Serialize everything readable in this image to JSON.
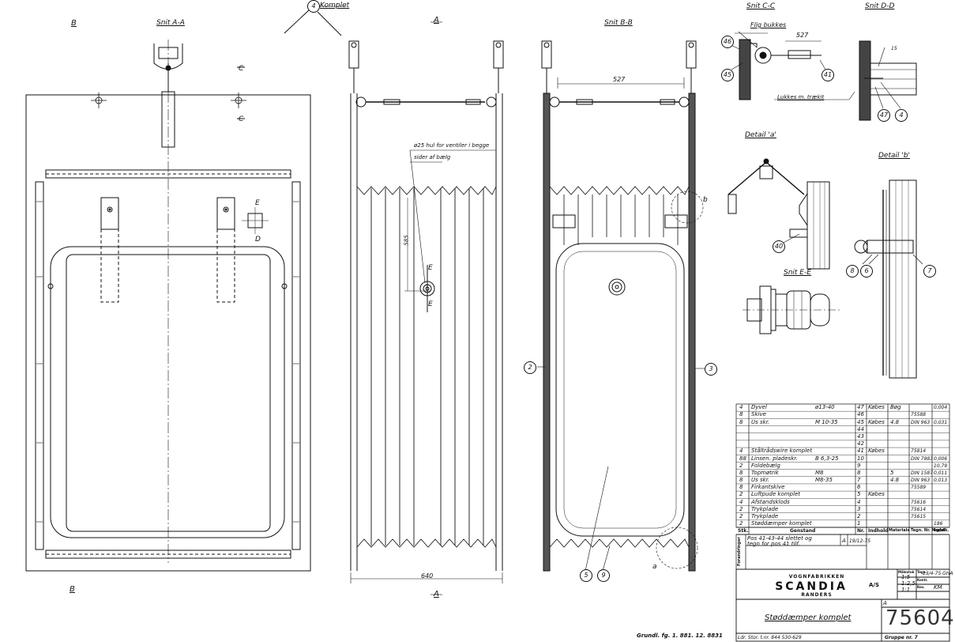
{
  "labels": {
    "snit_aa": "Snit A-A",
    "snit_bb": "Snit B-B",
    "snit_cc": "Snit C-C",
    "snit_dd": "Snit D-D",
    "snit_ee": "Snit E-E",
    "detail_a": "Detail 'a'",
    "detail_b": "Detail 'b'",
    "komplet": "Komplet",
    "view_a": "A",
    "view_b": "B",
    "view_c": "C",
    "view_d": "D",
    "view_e": "E",
    "flig_bukkes": "Flig bukkes",
    "lukkes": "Lukkes m. trækit",
    "hul_note_1": "ø25 hul for ventiler i begge",
    "hul_note_2": "sider af bælg",
    "dim_527_a": "527",
    "dim_527_b": "527",
    "dim_640": "640",
    "dim_585": "585",
    "dim_15": "15",
    "tag_a": "a",
    "tag_b": "b"
  },
  "bubbles": [
    "4",
    "46",
    "45",
    "41",
    "47",
    "4",
    "40",
    "8",
    "6",
    "7",
    "2",
    "3",
    "5",
    "9"
  ],
  "parts_list": {
    "rows": [
      {
        "qty": "4",
        "desc": "Dyvel",
        "spec": "ø13-40",
        "pos": "47",
        "mat": "Købes",
        "note": "Bøg",
        "ref": "",
        "wt": "0,004"
      },
      {
        "qty": "8",
        "desc": "Skive",
        "spec": "",
        "pos": "46",
        "mat": "",
        "note": "",
        "ref": "75588",
        "wt": ""
      },
      {
        "qty": "8",
        "desc": "Us skr.",
        "spec": "M 10-35",
        "pos": "45",
        "mat": "Købes",
        "note": "4.8",
        "ref": "DIN 963",
        "wt": "0,031"
      },
      {
        "qty": "",
        "desc": "",
        "spec": "",
        "pos": "44",
        "mat": "",
        "note": "",
        "ref": "",
        "wt": ""
      },
      {
        "qty": "",
        "desc": "",
        "spec": "",
        "pos": "43",
        "mat": "",
        "note": "",
        "ref": "",
        "wt": ""
      },
      {
        "qty": "",
        "desc": "",
        "spec": "",
        "pos": "42",
        "mat": "",
        "note": "",
        "ref": "",
        "wt": ""
      },
      {
        "qty": "4",
        "desc": "Ståltrådswire komplet",
        "spec": "",
        "pos": "41",
        "mat": "Købes",
        "note": "",
        "ref": "75814",
        "wt": ""
      },
      {
        "qty": "88",
        "desc": "Linsen. pladeskr.",
        "spec": "B 6,3-25",
        "pos": "10",
        "mat": "",
        "note": "",
        "ref": "DIN 7983",
        "wt": "0,006"
      },
      {
        "qty": "2",
        "desc": "Foldebælg",
        "spec": "",
        "pos": "9",
        "mat": "",
        "note": "",
        "ref": "",
        "wt": "10,79"
      },
      {
        "qty": "8",
        "desc": "Topmøtrik",
        "spec": "M8",
        "pos": "8",
        "mat": "",
        "note": "5",
        "ref": "DIN 1587",
        "wt": "0,011"
      },
      {
        "qty": "8",
        "desc": "Us skr.",
        "spec": "M8-35",
        "pos": "7",
        "mat": "",
        "note": "4.8",
        "ref": "DIN 963",
        "wt": "0,013"
      },
      {
        "qty": "8",
        "desc": "Firkantskive",
        "spec": "",
        "pos": "6",
        "mat": "",
        "note": "",
        "ref": "75589",
        "wt": ""
      },
      {
        "qty": "2",
        "desc": "Luftpude komplet",
        "spec": "",
        "pos": "5",
        "mat": "Købes",
        "note": "",
        "ref": "",
        "wt": ""
      },
      {
        "qty": "4",
        "desc": "Afstandsklods",
        "spec": "",
        "pos": "4",
        "mat": "",
        "note": "",
        "ref": "75616",
        "wt": ""
      },
      {
        "qty": "2",
        "desc": "Trykplade",
        "spec": "",
        "pos": "3",
        "mat": "",
        "note": "",
        "ref": "75614",
        "wt": ""
      },
      {
        "qty": "2",
        "desc": "Trykplade",
        "spec": "",
        "pos": "2",
        "mat": "",
        "note": "",
        "ref": "75615",
        "wt": ""
      },
      {
        "qty": "2",
        "desc": "Støddæmper komplet",
        "spec": "",
        "pos": "1",
        "mat": "",
        "note": "",
        "ref": "",
        "wt": "186"
      }
    ],
    "header": {
      "qty": "Stk.",
      "desc": "Genstand",
      "pos": "Nr.",
      "mat": "Indhold",
      "note": "Materiale",
      "ref": "Tegn. Nr. Model",
      "wt": "kg/stk."
    }
  },
  "revision": {
    "side_label": "Forandringer",
    "text_1": "Pos 41-43-44 slettet og",
    "text_2": "tegn for pos 41 tilf.",
    "letter": "A",
    "date": "19/12-75"
  },
  "title_block": {
    "company_1": "VOGNFABRIKKEN",
    "company_2": "SCANDIA",
    "company_3": "RANDERS",
    "company_as": "A/S",
    "scale_label": "Målestok",
    "scale_values": [
      "1:5",
      "1:2,5",
      "1:1"
    ],
    "dato_label": "Tegn.",
    "dato_value": "13/4-75 GHA",
    "kontr_label": "Kontr.",
    "rev_label": "Rev.",
    "rev_value": "KM",
    "title": "Støddæmper komplet",
    "drawing_number": "75604",
    "rev_letter": "A",
    "footer_left": "Ldr. Stor. t.nr. 844 530-629",
    "footer_right": "Gruppe nr. 7",
    "stamp": "Grundl. fg. 1. 881. 12. 8831"
  }
}
